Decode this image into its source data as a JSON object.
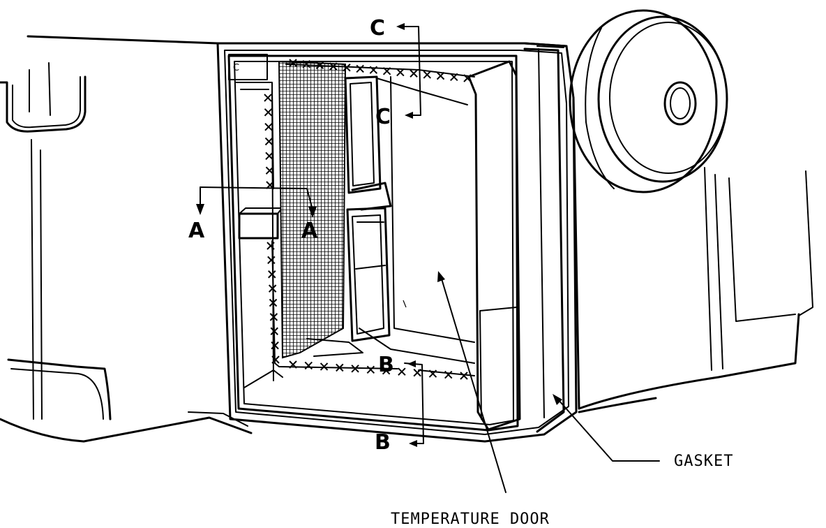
{
  "labels": {
    "gasket": "GASKET",
    "temperature_door": "TEMPERATURE DOOR",
    "section_a_left": "A",
    "section_a_right": "A",
    "section_b_top": "B",
    "section_b_bottom": "B",
    "section_c_top": "C",
    "section_c_lower": "C",
    "corner_c": "C"
  },
  "colors": {
    "ink": "#000000",
    "paper": "#ffffff"
  },
  "icons": [
    "arrow-icon",
    "x-seal-mark-icon"
  ]
}
